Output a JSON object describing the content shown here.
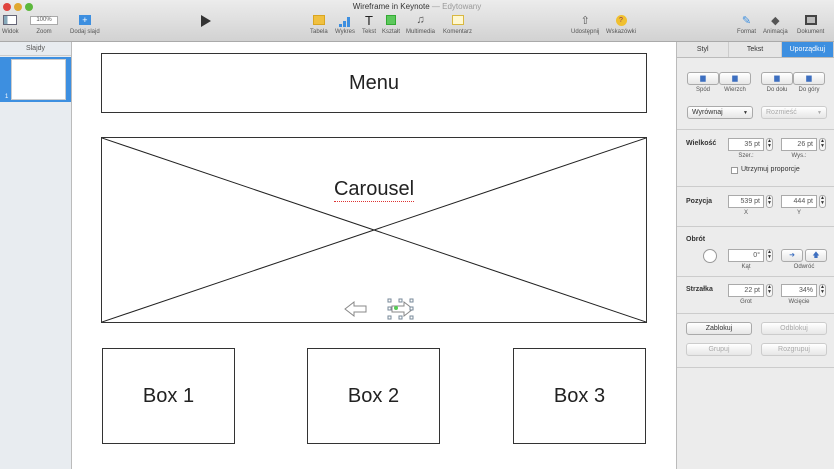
{
  "window": {
    "title": "Wireframe in Keynote",
    "status": "— Edytowany"
  },
  "toolbar": {
    "left": [
      {
        "label": "Widok",
        "icon": "sidebar-view-icon"
      },
      {
        "label": "Zoom",
        "value": "100%"
      },
      {
        "label": "Dodaj slajd",
        "icon": "add-slide-icon"
      }
    ],
    "play_icon": "play-icon",
    "insert": [
      {
        "label": "Tabela",
        "icon": "table-icon"
      },
      {
        "label": "Wykres",
        "icon": "chart-icon"
      },
      {
        "label": "Tekst",
        "icon": "text-icon"
      },
      {
        "label": "Kształt",
        "icon": "shape-icon"
      },
      {
        "label": "Multimedia",
        "icon": "media-icon"
      },
      {
        "label": "Komentarz",
        "icon": "comment-icon"
      }
    ],
    "share": [
      {
        "label": "Udostępnij",
        "icon": "share-icon"
      },
      {
        "label": "Wskazówki",
        "icon": "tips-icon"
      }
    ],
    "right": [
      {
        "label": "Format",
        "icon": "format-brush-icon"
      },
      {
        "label": "Animacja",
        "icon": "animation-icon"
      },
      {
        "label": "Dokument",
        "icon": "document-icon"
      }
    ]
  },
  "sidebar": {
    "title": "Slajdy",
    "slides": [
      {
        "number": "1"
      }
    ]
  },
  "slide": {
    "menu": "Menu",
    "carousel": "Carousel",
    "boxes": [
      "Box 1",
      "Box 2",
      "Box 3"
    ]
  },
  "inspector": {
    "tabs": [
      "Styl",
      "Tekst",
      "Uporządkuj"
    ],
    "active_tab": "Uporządkuj",
    "order": [
      "Spód",
      "Wierzch",
      "Do dołu",
      "Do góry"
    ],
    "align": "Wyrównaj",
    "distribute": "Rozmieść",
    "size": {
      "label": "Wielkość",
      "width": "35 pt",
      "height": "26 pt",
      "width_label": "Szer.:",
      "height_label": "Wys.:",
      "keep_ratio": "Utrzymuj proporcje"
    },
    "position": {
      "label": "Pozycja",
      "x": "539 pt",
      "y": "444 pt",
      "x_label": "X",
      "y_label": "Y"
    },
    "rotation": {
      "label": "Obrót",
      "angle": "0°",
      "angle_label": "Kąt",
      "flip_label": "Odwróć"
    },
    "arrow": {
      "label": "Strzałka",
      "head": "22 pt",
      "head_label": "Grot",
      "indent": "34%",
      "indent_label": "Wcięcie"
    },
    "buttons": {
      "lock": "Zablokuj",
      "unlock": "Odblokuj",
      "group": "Grupuj",
      "ungroup": "Rozgrupuj"
    }
  },
  "colors": {
    "accent": "#3d8fe0"
  }
}
